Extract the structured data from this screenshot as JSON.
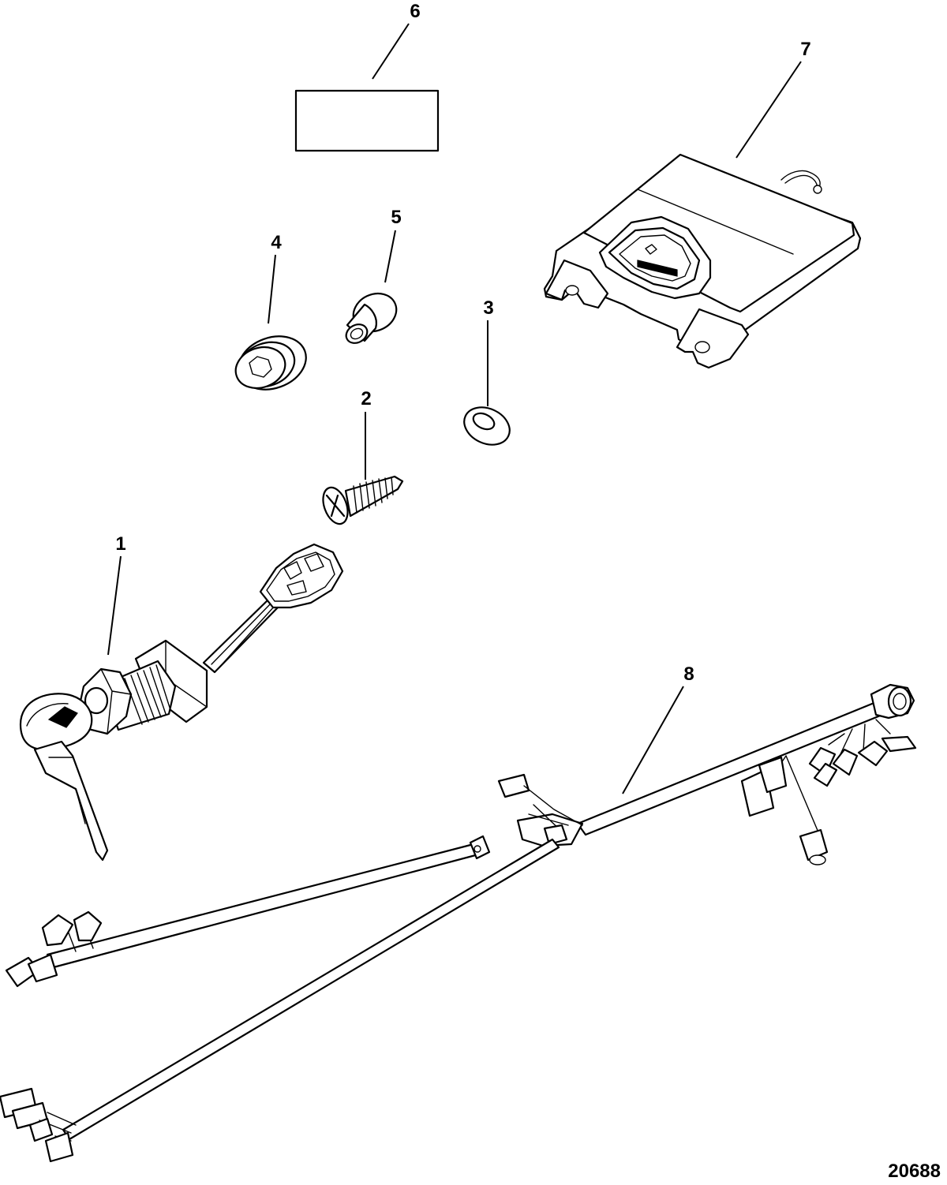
{
  "callouts": [
    {
      "id": "1",
      "label": "1"
    },
    {
      "id": "2",
      "label": "2"
    },
    {
      "id": "3",
      "label": "3"
    },
    {
      "id": "4",
      "label": "4"
    },
    {
      "id": "5",
      "label": "5"
    },
    {
      "id": "6",
      "label": "6"
    },
    {
      "id": "7",
      "label": "7"
    },
    {
      "id": "8",
      "label": "8"
    }
  ],
  "figure_number": "20688"
}
